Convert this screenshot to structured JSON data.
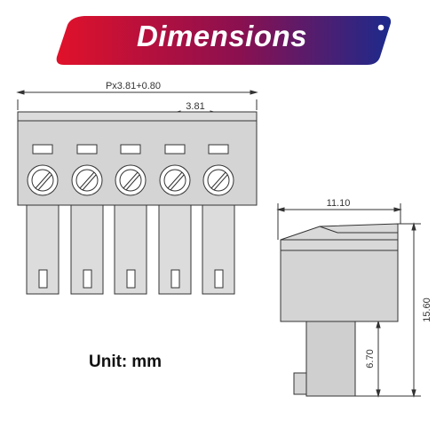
{
  "banner": {
    "title": "Dimensions",
    "gradient_start": "#e1112a",
    "gradient_end": "#1c2a8c"
  },
  "front_view": {
    "overall_width_label": "Px3.81+0.80",
    "pitch_label": "3.81",
    "positions": 5
  },
  "side_view": {
    "width_label": "11.10",
    "height_label": "15.60",
    "pin_length_label": "6.70"
  },
  "unit": {
    "label": "Unit:",
    "value": "mm"
  },
  "colors": {
    "outline": "#333333",
    "body_fill": "#dcdcdc",
    "body_dark": "#c2c2c2",
    "dimension_line": "#444444"
  }
}
